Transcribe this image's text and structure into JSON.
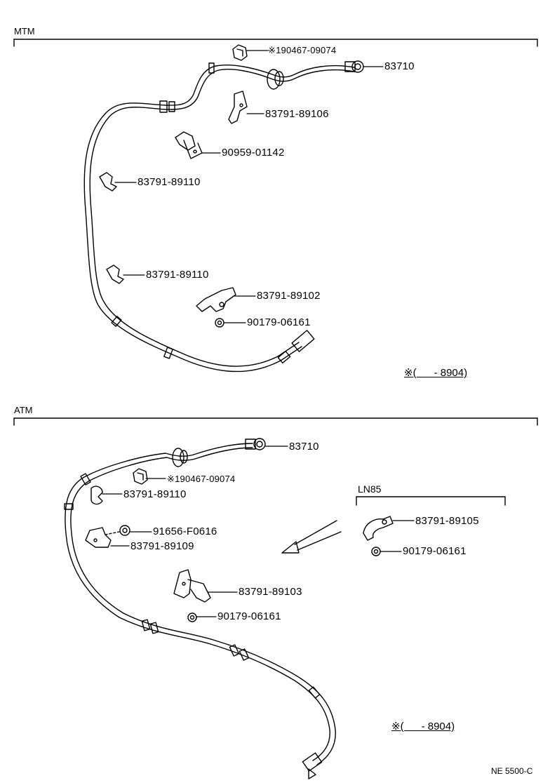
{
  "sections": {
    "mtm": {
      "title": "MTM",
      "parts": {
        "clip_top": "※190467-09074",
        "sensor_end": "83710",
        "bracket_1": "83791-89106",
        "clip_bolt": "90959-01142",
        "clamp_1": "83791-89110",
        "clamp_2": "83791-89110",
        "bracket_2": "83791-89102",
        "nut": "90179-06161"
      },
      "note": "※(      - 8904)"
    },
    "atm": {
      "title": "ATM",
      "parts": {
        "sensor_end": "83710",
        "clip_top": "※190467-09074",
        "clamp_1": "83791-89110",
        "nut_1": "91656-F0616",
        "bracket_1": "83791-89109",
        "bracket_2": "83791-89103",
        "nut_2": "90179-06161"
      },
      "ln85": {
        "title": "LN85",
        "bracket": "83791-89105",
        "nut": "90179-06161"
      },
      "note": "※(      - 8904)"
    }
  },
  "figure_code": "NE 5500-C"
}
